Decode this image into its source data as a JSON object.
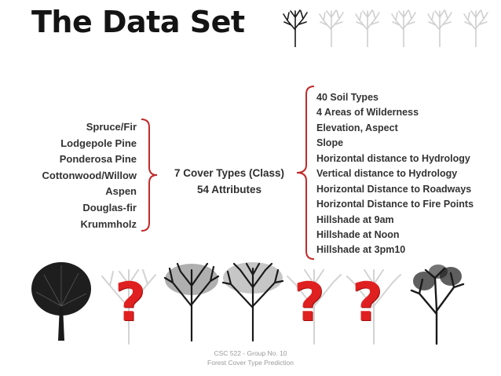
{
  "title": "The Data Set",
  "header_trees": [
    {
      "icon": "bare-tree-icon",
      "shade": "dark"
    },
    {
      "icon": "bare-tree-icon",
      "shade": "faded"
    },
    {
      "icon": "bare-tree-icon",
      "shade": "faded"
    },
    {
      "icon": "bare-tree-icon",
      "shade": "faded"
    },
    {
      "icon": "bare-tree-icon",
      "shade": "faded"
    },
    {
      "icon": "bare-tree-icon",
      "shade": "faded"
    }
  ],
  "cover_types": [
    "Spruce/Fir",
    "Lodgepole Pine",
    "Ponderosa Pine",
    "Cottonwood/Willow",
    "Aspen",
    "Douglas-fir",
    "Krummholz"
  ],
  "center": {
    "line1": "7 Cover Types (Class)",
    "line2": "54 Attributes"
  },
  "attributes": [
    "40 Soil Types",
    "4 Areas of Wilderness",
    "Elevation, Aspect",
    "Slope",
    "Horizontal distance to Hydrology",
    "Vertical distance to Hydrology",
    "Horizontal Distance to Roadways",
    "Horizontal Distance to Fire Points",
    "Hillshade at 9am",
    "Hillshade at Noon",
    "Hillshade at 3pm10"
  ],
  "bottom_trees": [
    {
      "icon": "bushy-tree-icon",
      "shade": "dark"
    },
    {
      "icon": "question-mark-icon",
      "shade": "faded",
      "symbol": "?"
    },
    {
      "icon": "bushy-tree-icon",
      "shade": "dark"
    },
    {
      "icon": "bushy-tree-icon",
      "shade": "dark"
    },
    {
      "icon": "question-mark-icon",
      "shade": "faded",
      "symbol": "?"
    },
    {
      "icon": "question-mark-icon",
      "shade": "faded",
      "symbol": "?"
    },
    {
      "icon": "bushy-tree-icon",
      "shade": "dark"
    }
  ],
  "footer": {
    "line1": "CSC 522 - Group No. 10",
    "line2": "Forest Cover Type Prediction"
  },
  "colors": {
    "brace": "#c22a2a",
    "question_mark": "#e02020",
    "tree_dark": "#1a1a1a",
    "tree_faded": "#c9c9c9"
  }
}
